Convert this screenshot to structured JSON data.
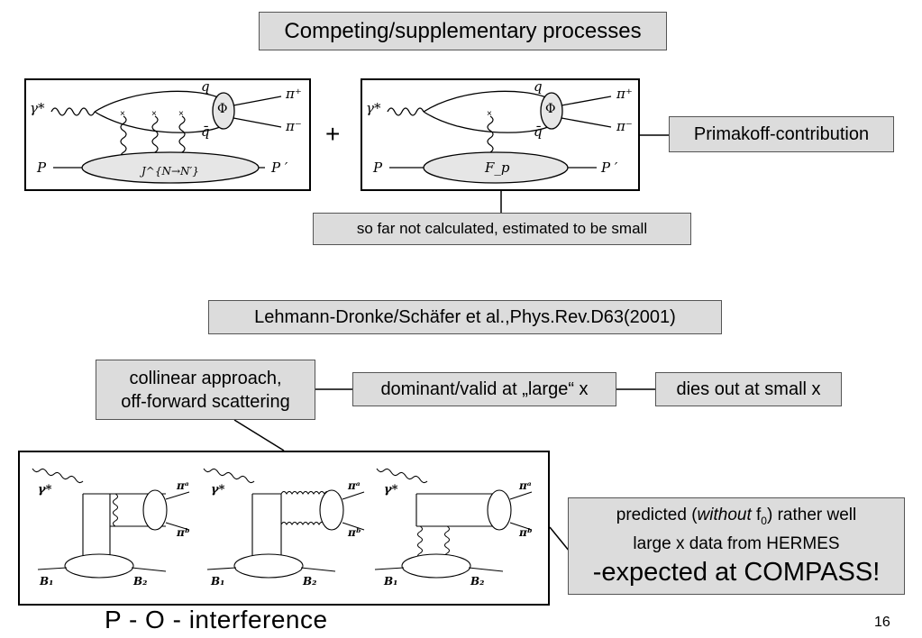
{
  "title": "Competing/supplementary processes",
  "diagram1": {
    "gamma": "γ*",
    "q": "q",
    "qbar": "q̄",
    "phi": "Φ",
    "pi_plus": "π⁺",
    "pi_minus": "π⁻",
    "p_in": "P",
    "p_out": "P ′",
    "blob": "J^{N→N′}"
  },
  "plus_sign": "+",
  "diagram2": {
    "gamma": "γ*",
    "q": "q",
    "qbar": "q̄",
    "phi": "Φ",
    "pi_plus": "π⁺",
    "pi_minus": "π⁻",
    "p_in": "P",
    "p_out": "P ′",
    "blob": "F_p"
  },
  "primakoff_label": "Primakoff-contribution",
  "not_calculated_label": "so far not calculated, estimated to be small",
  "reference_label": "Lehmann-Dronke/Schäfer et al.,Phys.Rev.D63(2001)",
  "collinear_label_line1": "collinear approach,",
  "collinear_label_line2": "off-forward scattering",
  "dominant_label": "dominant/valid at „large“ x",
  "dies_out_label": "dies out at small x",
  "diagram3": {
    "gamma": "γ*",
    "pi_a": "πᵃ",
    "pi_b": "πᵇ",
    "b1": "B₁",
    "b2": "B₂"
  },
  "predicted": {
    "prefix": "predicted (",
    "italic": "without",
    "f0": "f",
    "f0_sub": "0",
    "suffix": ") rather well",
    "line2": "large x data from HERMES",
    "line3": "-expected at COMPASS!"
  },
  "footer_left": "P - O - interference",
  "page_number": "16"
}
